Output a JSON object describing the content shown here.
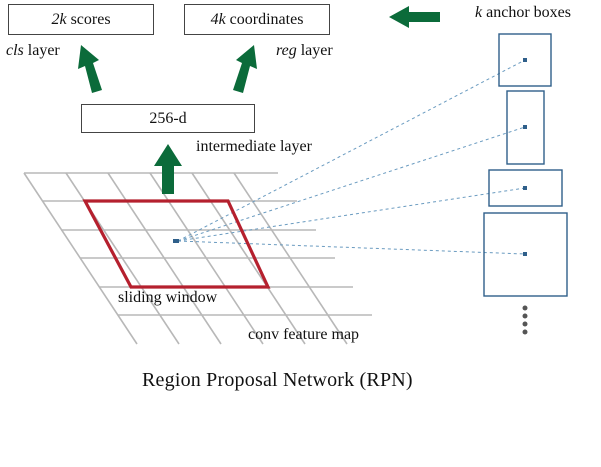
{
  "diagram": {
    "title": "Region Proposal Network (RPN)",
    "cls_output": {
      "prefix_italic": "2k",
      "suffix": " scores"
    },
    "reg_output": {
      "prefix_italic": "4k",
      "suffix": " coordinates"
    },
    "cls_layer": {
      "italic": "cls",
      "text": " layer"
    },
    "reg_layer": {
      "italic": "reg",
      "text": " layer"
    },
    "intermediate_box": "256-d",
    "intermediate_label": "intermediate layer",
    "anchor_label": {
      "italic": "k",
      "text": " anchor boxes"
    },
    "sliding_window_label": "sliding window",
    "feature_map_label": "conv feature map",
    "colors": {
      "arrow": "#0b6b3a",
      "window": "#b5202e",
      "grid": "#b8b8b8",
      "anchor": "#2f5f8a",
      "dashed": "#6a9bc0"
    }
  }
}
